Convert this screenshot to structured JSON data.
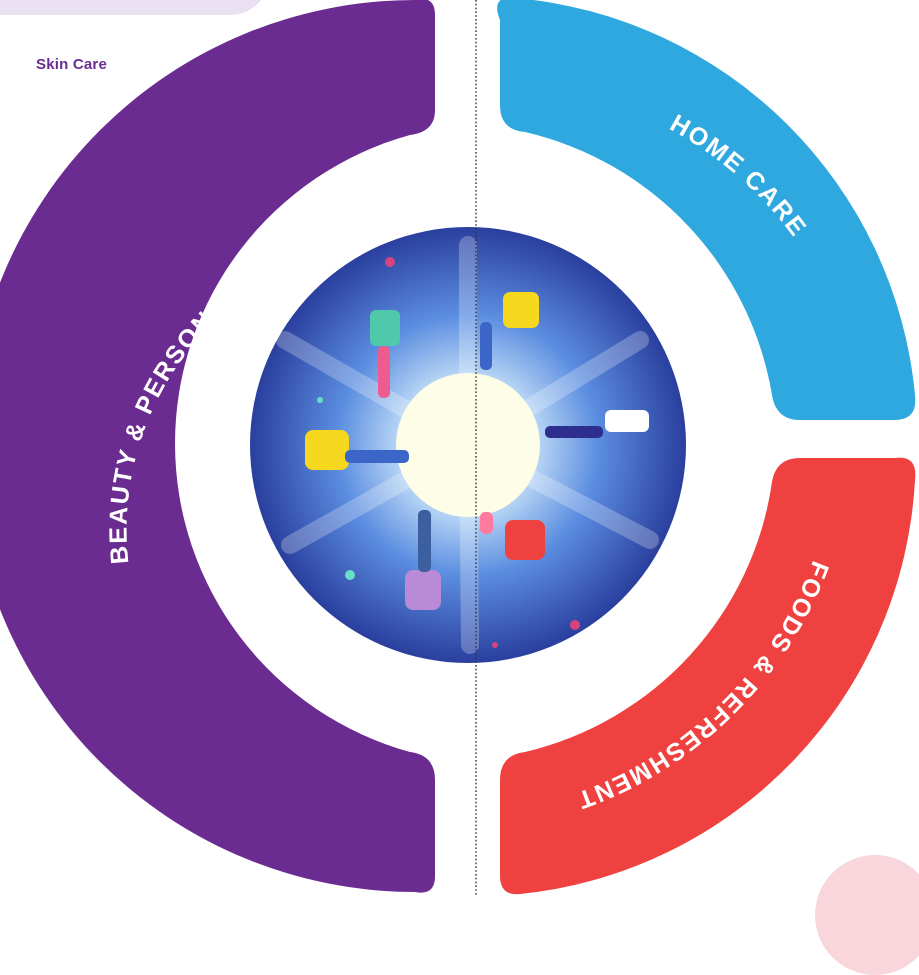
{
  "top_tab": {
    "label": "Skin Care"
  },
  "segments": {
    "beauty": {
      "label": "BEAUTY & PERSONAL CARE",
      "color": "#6b2c91"
    },
    "home": {
      "label": "HOME CARE",
      "color": "#2ea8df"
    },
    "foods": {
      "label": "FOODS & REFRESHMENT",
      "color": "#ef4140"
    }
  },
  "center_illustration": {
    "icon": "people-floating-around-light-icon"
  },
  "colors": {
    "tab": "#e9e0f2",
    "corner": "#f8d6dc",
    "divider": "#333333"
  }
}
